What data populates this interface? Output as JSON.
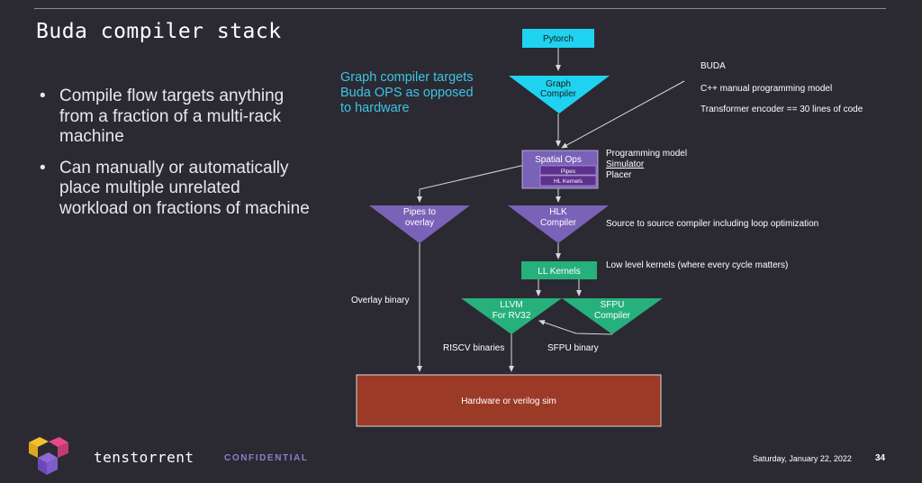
{
  "slide": {
    "title": "Buda compiler stack",
    "bullets": [
      "Compile flow targets anything from a fraction of a multi-rack machine",
      "Can manually or automatically place multiple unrelated workload on fractions of machine"
    ],
    "graph_note": "Graph compiler targets Buda OPS as opposed to hardware"
  },
  "diagram": {
    "nodes": {
      "pytorch": "Pytorch",
      "graph_compiler_1": "Graph",
      "graph_compiler_2": "Compiler",
      "spatial_ops": "Spatial Ops",
      "pipes": "Pipes",
      "hl_kernels": "HL Kernels",
      "pipes_overlay_1": "Pipes to",
      "pipes_overlay_2": "overlay",
      "hlk_1": "HLK",
      "hlk_2": "Compiler",
      "ll_kernels": "LL Kernels",
      "llvm_1": "LLVM",
      "llvm_2": "For RV32",
      "sfpu_1": "SFPU",
      "sfpu_2": "Compiler",
      "hardware": "Hardware or verilog sim"
    },
    "notes": {
      "buda": "BUDA",
      "cpp": "C++ manual programming model",
      "transformer": "Transformer encoder == 30 lines of code",
      "prog_model": "Programming model",
      "simulator": "Simulator",
      "placer": "Placer",
      "source_to_source": "Source to source compiler including loop optimization",
      "low_level": "Low level kernels (where every cycle matters)",
      "overlay_binary": "Overlay binary",
      "riscv_binaries": "RISCV binaries",
      "sfpu_binary": "SFPU binary"
    }
  },
  "footer": {
    "brand": "tenstorrent",
    "confidential": "CONFIDENTIAL",
    "date": "Saturday, January 22, 2022",
    "page": "34"
  },
  "colors": {
    "background": "#2b2a32",
    "cyan": "#1fd3f0",
    "purple": "#7a62b8",
    "purple_dark": "#5e2f8c",
    "green": "#26b07c",
    "hardware": "#9b3a27",
    "accent_text": "#3fc3e6"
  }
}
